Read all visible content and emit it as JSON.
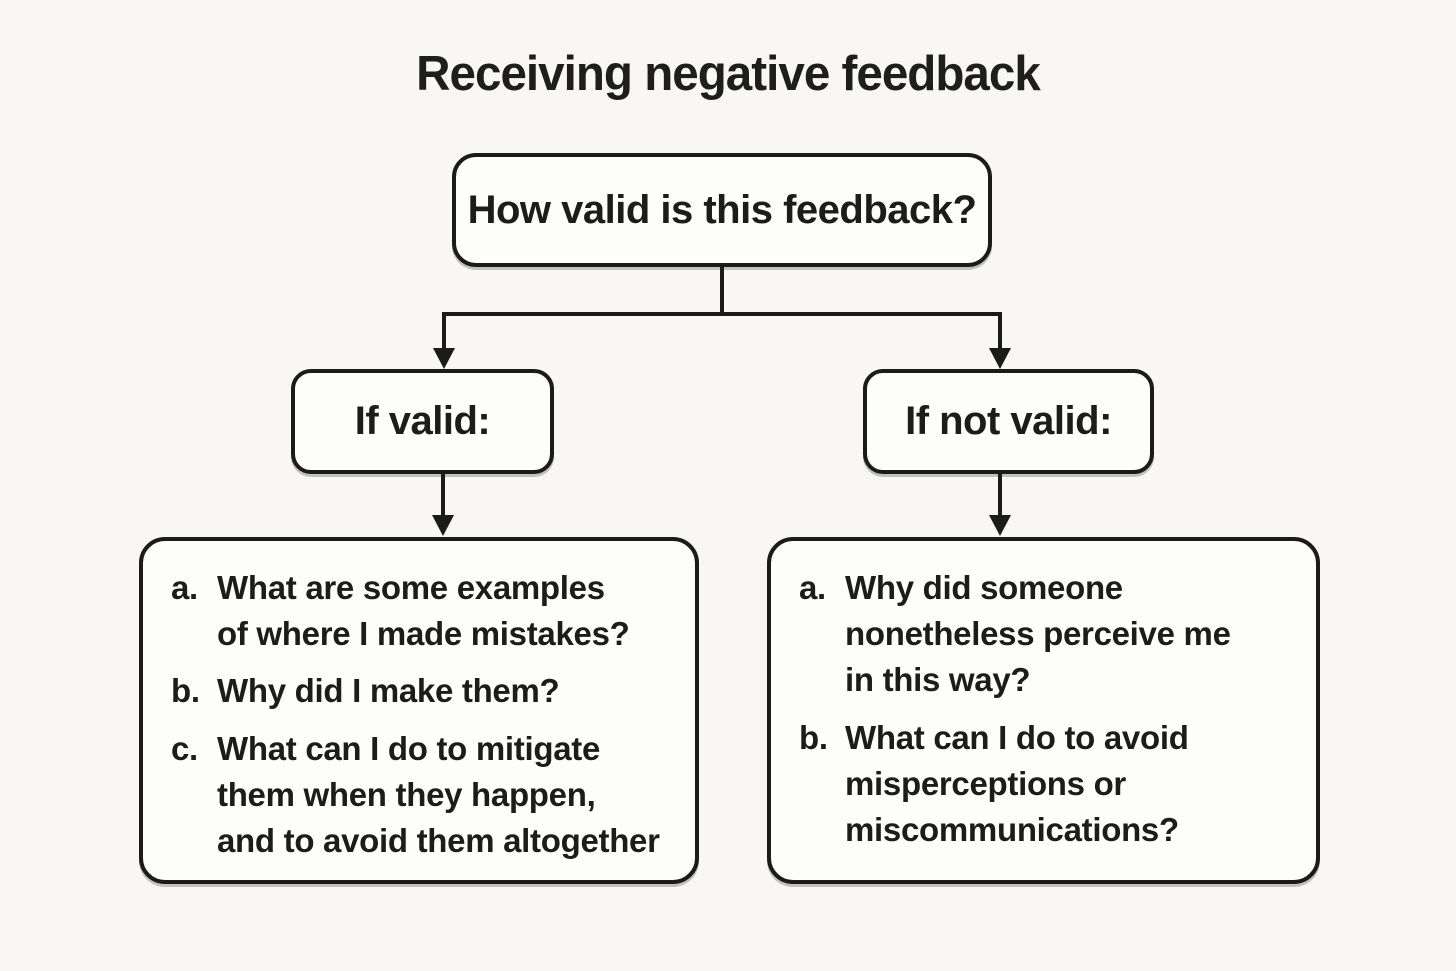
{
  "title": "Receiving negative feedback",
  "flowchart": {
    "root": {
      "label": "How valid is this feedback?"
    },
    "branches": [
      {
        "label": "If valid:",
        "details": {
          "items": [
            {
              "marker": "a.",
              "text": "What are some examples\nof where I made mistakes?"
            },
            {
              "marker": "b.",
              "text": "Why did I make them?"
            },
            {
              "marker": "c.",
              "text": "What can I do to mitigate\nthem when they happen,\nand to avoid them altogether"
            }
          ]
        }
      },
      {
        "label": "If not valid:",
        "details": {
          "items": [
            {
              "marker": "a.",
              "text": "Why did someone\nnonetheless perceive me\nin this way?"
            },
            {
              "marker": "b.",
              "text": "What can I do to avoid\nmisperceptions or\nmiscommunications?"
            }
          ]
        }
      }
    ]
  },
  "colors": {
    "background": "#f8f7f4",
    "box_fill": "#fdfdfb",
    "line": "#1b1b19",
    "text": "#1c1c1a"
  }
}
